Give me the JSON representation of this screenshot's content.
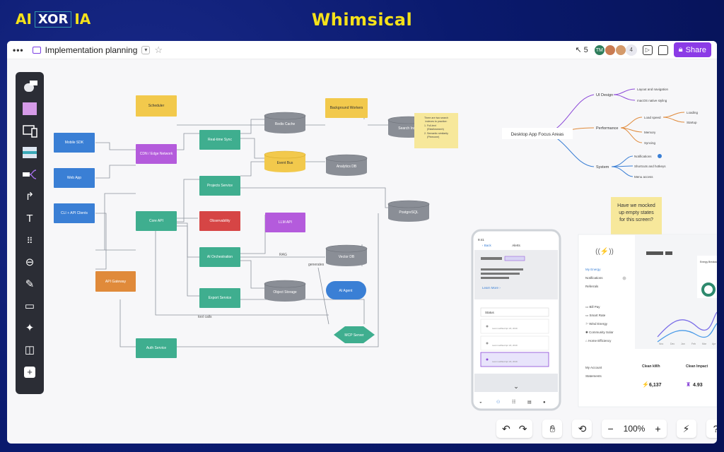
{
  "banner": {
    "logo_left": "AI",
    "logo_mid": "XOR",
    "logo_right": "IA",
    "title": "Whimsical"
  },
  "topbar": {
    "menu_icon": "more-horizontal-icon",
    "doc_title": "Implementation planning",
    "cursor_count": "5",
    "avatars": [
      {
        "initials": "TM",
        "color": "#2e7d5b"
      },
      {
        "initials": "",
        "color": "#c97b52"
      },
      {
        "initials": "",
        "color": "#d49a6a"
      }
    ],
    "extra_count": "4",
    "share_label": "Share"
  },
  "toolbar": {
    "tools": [
      "sticky-thumb-icon",
      "sticky-note-icon",
      "wireframe-icon",
      "mockup-icon",
      "mindmap-icon",
      "arrow-icon",
      "text-icon",
      "grid-icon",
      "link-icon",
      "pencil-icon",
      "frame-icon",
      "sparkle-icon",
      "layout-icon",
      "add-icon"
    ]
  },
  "flowchart": {
    "nodes": [
      {
        "label": "Scheduler",
        "color": "#f2c94c",
        "textColor": "#333"
      },
      {
        "label": "Background Workers",
        "color": "#f2c94c",
        "textColor": "#333"
      },
      {
        "label": "Mobile SDK",
        "color": "#3a7fd5",
        "textColor": "#fff"
      },
      {
        "label": "CDN / Edge Network",
        "color": "#b45bdc",
        "textColor": "#fff"
      },
      {
        "label": "Real-time Sync",
        "color": "#3fae8f",
        "textColor": "#fff"
      },
      {
        "label": "Web App",
        "color": "#3a7fd5",
        "textColor": "#fff"
      },
      {
        "label": "Projects Service",
        "color": "#3fae8f",
        "textColor": "#fff"
      },
      {
        "label": "CLI + API Clients",
        "color": "#3a7fd5",
        "textColor": "#fff"
      },
      {
        "label": "Core API",
        "color": "#3fae8f",
        "textColor": "#fff"
      },
      {
        "label": "Observability",
        "color": "#d64545",
        "textColor": "#fff"
      },
      {
        "label": "LLM API",
        "color": "#b45bdc",
        "textColor": "#fff"
      },
      {
        "label": "API Gateway",
        "color": "#e08a3a",
        "textColor": "#fff"
      },
      {
        "label": "AI Orchestration",
        "color": "#3fae8f",
        "textColor": "#fff"
      },
      {
        "label": "Export Service",
        "color": "#3fae8f",
        "textColor": "#fff"
      },
      {
        "label": "Auth Service",
        "color": "#3fae8f",
        "textColor": "#fff"
      }
    ],
    "databases": [
      {
        "label": "Search Index",
        "color": "#8a8e96"
      },
      {
        "label": "Redis Cache",
        "color": "#8a8e96"
      },
      {
        "label": "Event Bus",
        "color": "#f2c94c"
      },
      {
        "label": "Analytics DB",
        "color": "#8a8e96"
      },
      {
        "label": "PostgreSQL",
        "color": "#8a8e96"
      },
      {
        "label": "Vector DB",
        "color": "#8a8e96"
      },
      {
        "label": "Object Storage",
        "color": "#8a8e96"
      }
    ],
    "ai_agent": "AI Agent",
    "mcp_server": "MCP Server",
    "edge_labels": {
      "rag": "RAG",
      "generates": "generates",
      "tool_calls": "tool calls"
    },
    "sticky": {
      "title": "There are two search indexes to practice:",
      "items": [
        "1. Full-text (Elasticsearch)",
        "2. Semantic similarity (Pinecone)"
      ]
    }
  },
  "mindmap": {
    "root": "Desktop App Focus Areas",
    "branches": [
      {
        "label": "UI Design",
        "children": [
          "Layout and navigation",
          "macOS native styling"
        ]
      },
      {
        "label": "Performance",
        "children": [
          "Load speed",
          "Memory",
          "Syncing"
        ],
        "sub": [
          "Loading",
          "Startup"
        ]
      },
      {
        "label": "System",
        "children": [
          "Notifications",
          "Shortcuts and hotkeys",
          "Menu access"
        ]
      }
    ]
  },
  "sticky2": {
    "text": "Have we mocked up empty states for this screen?"
  },
  "phone": {
    "time": "9:41",
    "back": "Back",
    "title": "Alerts",
    "learn_more": "Learn More",
    "status_label": "Status",
    "rows": [
      "Last modified Apr 20, 2019",
      "Last modified Apr 20, 2019",
      "Last modified Apr 20, 2019"
    ]
  },
  "dashboard": {
    "nav": [
      "My Energy",
      "Notifications",
      "Referrals",
      "Bill Pay",
      "Smart Rate",
      "Wind Energy",
      "Community Solar",
      "Home Efficiency",
      "My Account",
      "Statements"
    ],
    "card_title": "Energy Breakdown",
    "stats": [
      {
        "label": "Clean kWh",
        "value": "6,137"
      },
      {
        "label": "Clean Impact",
        "value": "4.93"
      }
    ],
    "months": [
      "Nov",
      "Dec",
      "Jan",
      "Feb",
      "Mar",
      "Apr"
    ]
  },
  "bottom": {
    "zoom": "100%"
  }
}
